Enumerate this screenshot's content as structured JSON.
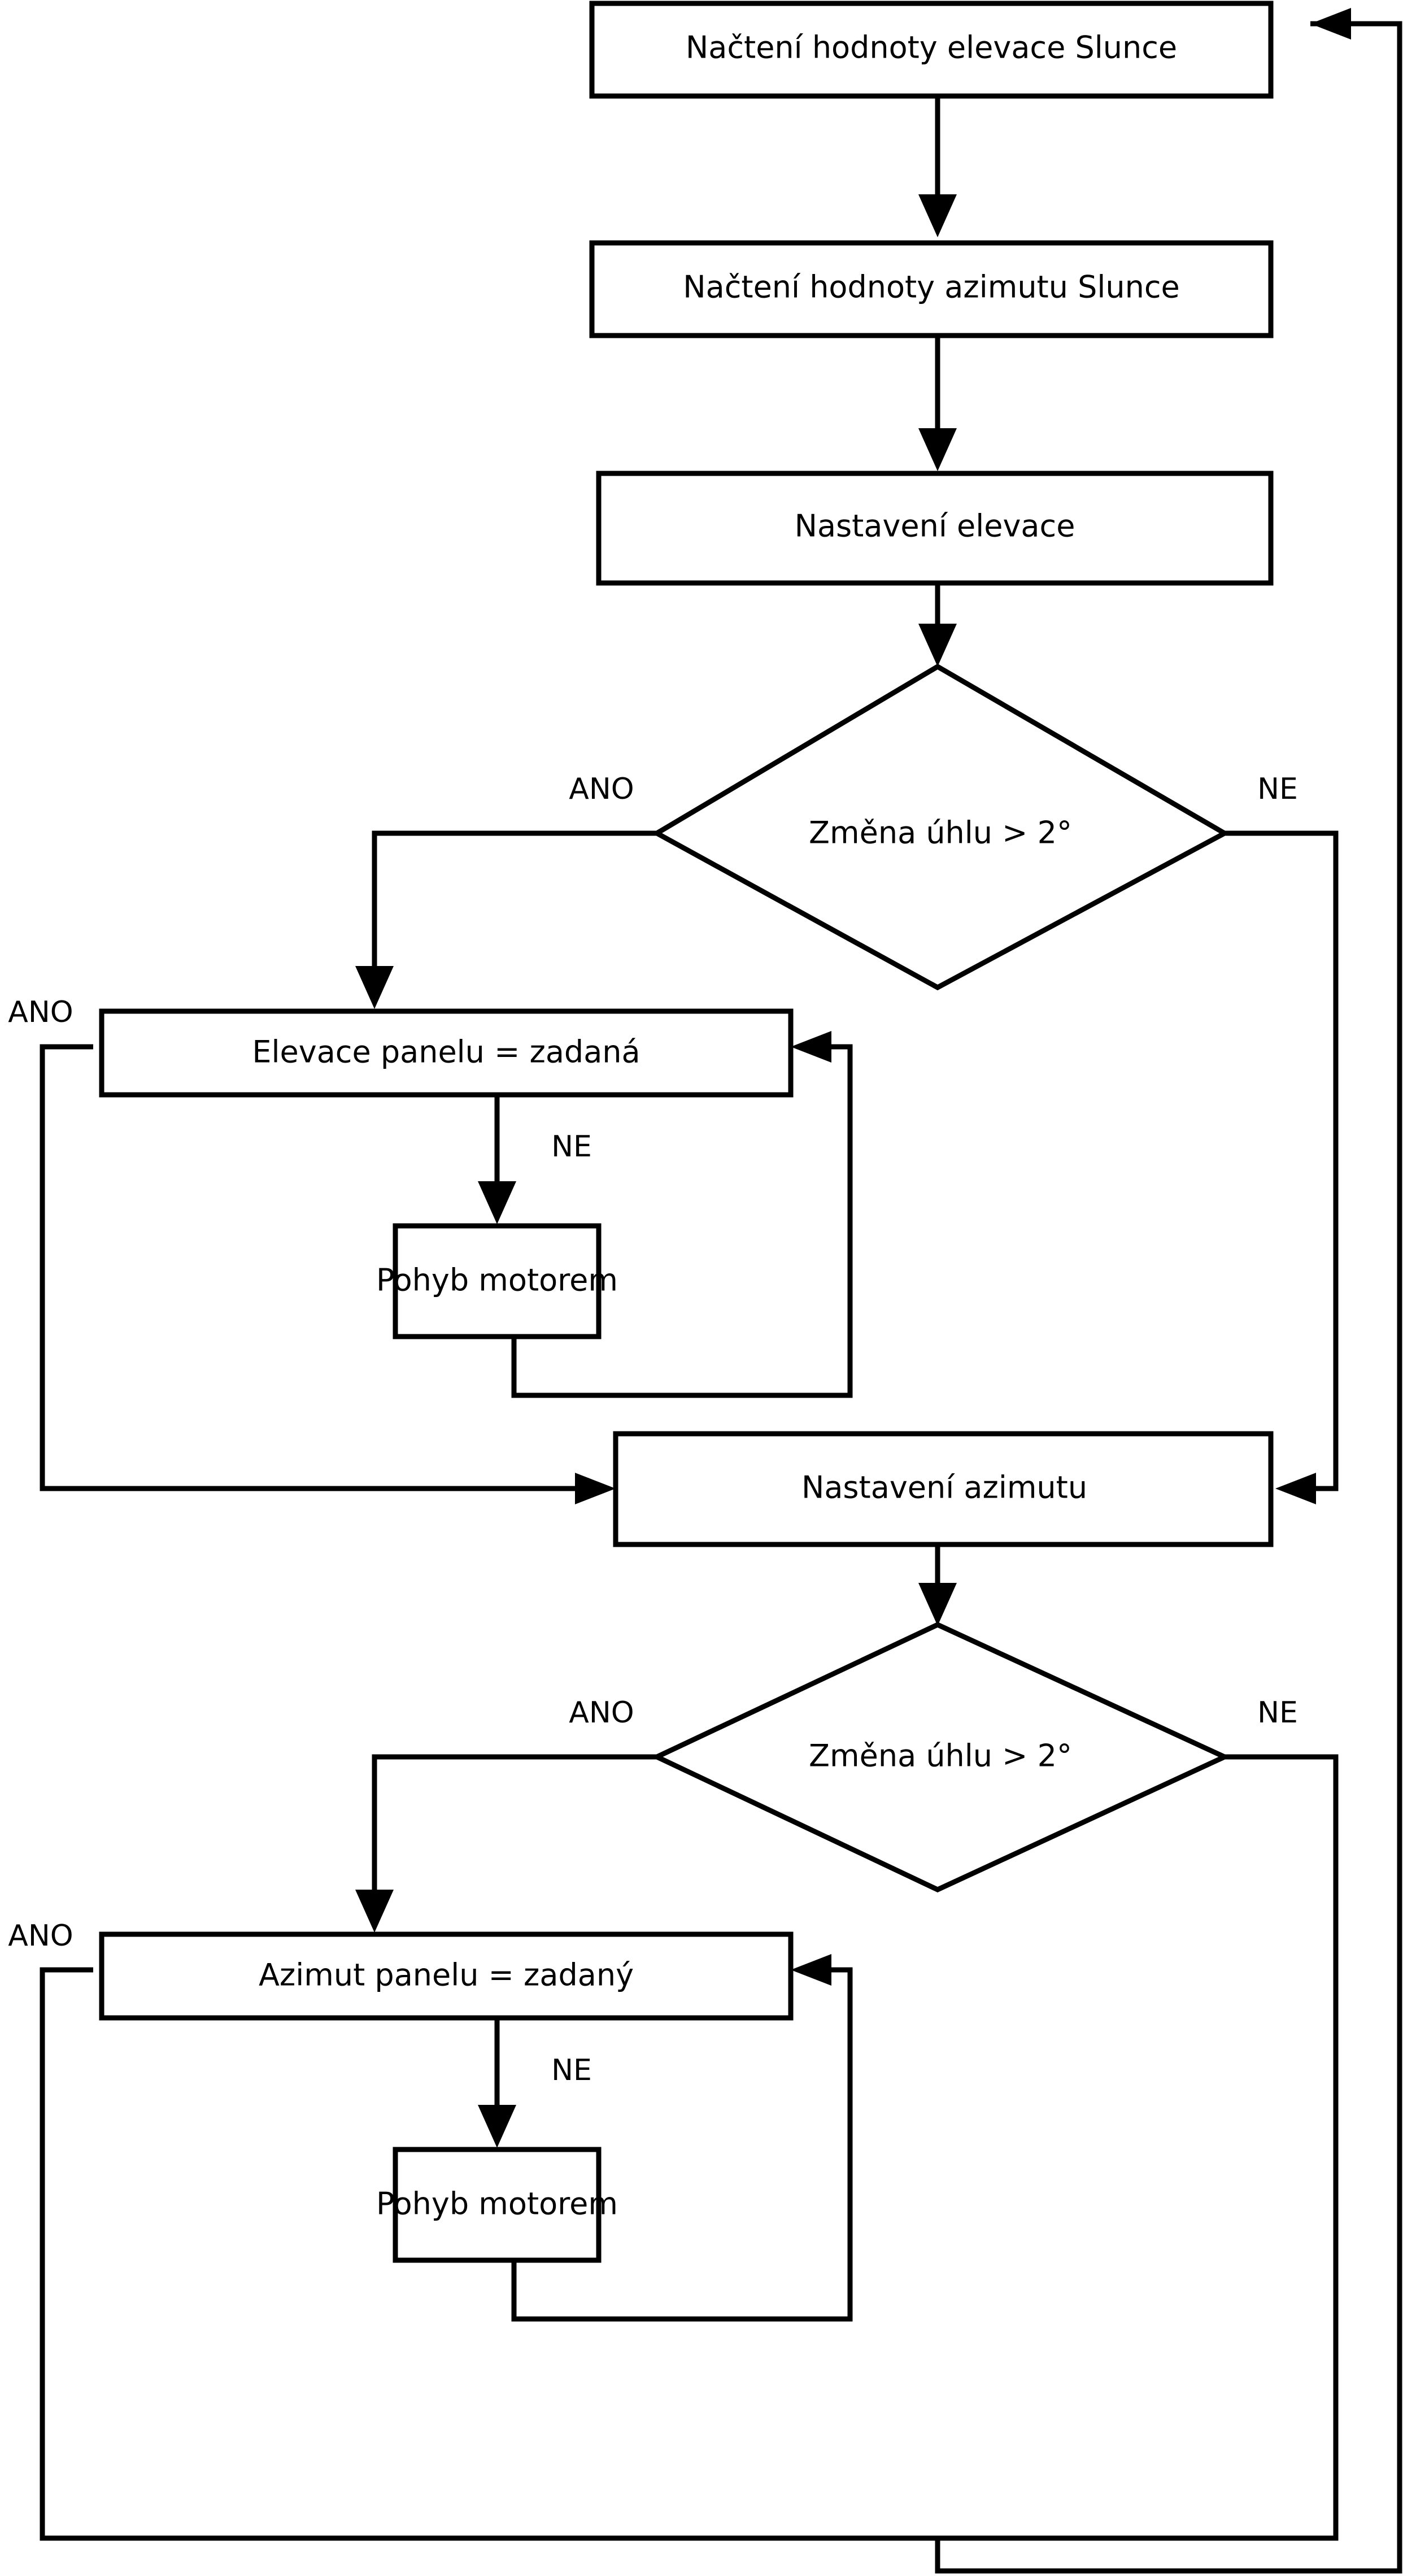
{
  "diagram": {
    "type": "flowchart",
    "language": "cs",
    "title": "Solar tracker control flowchart",
    "stroke_color": "#000000",
    "fill_color": "#ffffff",
    "nodes": [
      {
        "id": "read_elevation",
        "shape": "process",
        "label": "Načtení hodnoty elevace Slunce"
      },
      {
        "id": "read_azimuth",
        "shape": "process",
        "label": "Načtení hodnoty azimutu Slunce"
      },
      {
        "id": "set_elevation",
        "shape": "process",
        "label": "Nastavení elevace"
      },
      {
        "id": "decide_elev",
        "shape": "decision",
        "label": "Změna úhlu > 2°"
      },
      {
        "id": "panel_elev",
        "shape": "process",
        "label": "Elevace panelu = zadaná"
      },
      {
        "id": "motor_elev",
        "shape": "process",
        "label": "Pohyb motorem"
      },
      {
        "id": "set_azimuth",
        "shape": "process",
        "label": "Nastavení azimutu"
      },
      {
        "id": "decide_azim",
        "shape": "decision",
        "label": "Změna úhlu > 2°"
      },
      {
        "id": "panel_azim",
        "shape": "process",
        "label": "Azimut panelu = zadaný"
      },
      {
        "id": "motor_azim",
        "shape": "process",
        "label": "Pohyb motorem"
      }
    ],
    "edge_labels": {
      "decide_elev_yes": "ANO",
      "decide_elev_no": "NE",
      "panel_elev_yes": "ANO",
      "panel_elev_no": "NE",
      "decide_azim_yes": "ANO",
      "decide_azim_no": "NE",
      "panel_azim_yes": "ANO",
      "panel_azim_no": "NE"
    }
  }
}
